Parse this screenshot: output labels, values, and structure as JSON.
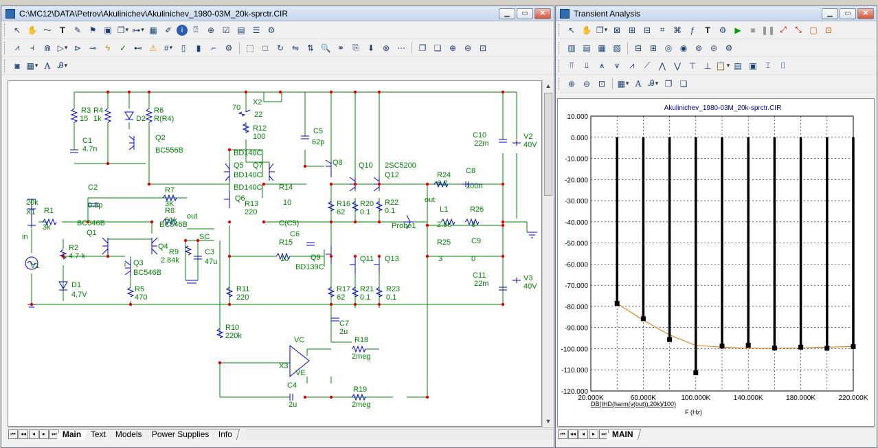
{
  "schematic_window": {
    "title": "C:\\MC12\\DATA\\Petrov\\Akulinichev\\Akulinichev_1980-03M_20k-sprctr.CIR",
    "tabs": [
      {
        "label": "Main",
        "active": true
      },
      {
        "label": "Text",
        "active": false
      },
      {
        "label": "Models",
        "active": false
      },
      {
        "label": "Power Supplies",
        "active": false
      },
      {
        "label": "Info",
        "active": false
      }
    ],
    "labels": {
      "R3": "R3",
      "R3v": "15",
      "R4": "R4",
      "R4v": "1k",
      "D2": "D2",
      "R6": "R6",
      "R6v": "R(R4)",
      "C1": "C1",
      "C1v": "4.7n",
      "Q2": "Q2",
      "Q2m": "BC556B",
      "X2": "X2",
      "X2a": "70",
      "X2b": "22",
      "R12": "R12",
      "R12v": "100",
      "C5": "C5",
      "C5v": "62p",
      "Q5": "Q5",
      "Q5m": "BD140C",
      "Q7": "Q7",
      "Q7m": "BD140C",
      "Q6": "Q6",
      "Q6m": "BD140C",
      "Q8": "Q8",
      "Q10": "Q10",
      "Q12m": "2SC5200",
      "Q12": "Q12",
      "C10": "C10",
      "C10v": "22m",
      "V2": "V2",
      "V2v": "40V",
      "R24": "R24",
      "R24v": "6.2",
      "C8": "C8",
      "C8v": "100n",
      "C2": "C2",
      "C2v": "0.8p",
      "R7": "R7",
      "R7v": "3K",
      "R8": "R8",
      "R8v": "51k",
      "outA": "out",
      "R14": "R14",
      "R14v": "10",
      "R13": "R13",
      "R13v": "220",
      "R16": "R16",
      "R16v": "62",
      "R20": "R20",
      "R20v": "0.1",
      "R22": "R22",
      "R22v": "0.1",
      "outB": "out",
      "L1": "L1",
      "L1v": "2.5u",
      "R26": "R26",
      "R26v": "8",
      "X1": "X1",
      "X1v": "20k",
      "R1": "R1",
      "R1v": "3k",
      "inp": "in",
      "Q1m": "BC546B",
      "Q1": "Q1",
      "Q4m": "BC546B",
      "Q4": "Q4",
      "R9": "R9",
      "R9v": "2.84k",
      "SC": "SC",
      "C3": "C3",
      "C3v": "47u",
      "CC5": "C(C5)",
      "C6": "C6",
      "Probe1": "Probe1",
      "R15": "R15",
      "R15v": "10",
      "Q9": "Q9",
      "Q9m": "BD139C",
      "Q11": "Q11",
      "Q13": "Q13",
      "R25": "R25",
      "R25v": "3",
      "C9": "C9",
      "C9v": "0",
      "R2": "R2",
      "R2v": "4.7 k",
      "V1": "V1",
      "Q3": "Q3",
      "Q3m": "BC546B",
      "R5": "R5",
      "R5v": "470",
      "D1": "D1",
      "D1v": "4,7V",
      "R11": "R11",
      "R11v": "220",
      "R17": "R17",
      "R17v": "62",
      "R21": "R21",
      "R21v": "0.1",
      "R23": "R23",
      "R23v": "0.1",
      "C11": "C11",
      "C11v": "22m",
      "V3": "V3",
      "V3v": "40V",
      "R10": "R10",
      "R10v": "220k",
      "C7": "C7",
      "C7v": "2u",
      "VC": "VC",
      "R18": "R18",
      "R18v": "2meg",
      "X3": "X3",
      "VE": "VE",
      "C4": "C4",
      "C4v": "2u",
      "R19": "R19",
      "R19v": "2meg"
    }
  },
  "analysis_window": {
    "title": "Transient Analysis",
    "tabs": [
      {
        "label": "MAIN",
        "active": true
      }
    ]
  },
  "icons": {
    "pointer": "arrow-pointer-icon",
    "pan": "hand-icon",
    "wire": "wire-icon",
    "text": "T",
    "info": "info-icon",
    "warning": "warning-icon",
    "zoom_in": "zoom-in-icon",
    "zoom_out": "zoom-out-icon",
    "run": "play-icon",
    "stop": "stop-icon",
    "pause": "pause-icon"
  },
  "colors": {
    "wire": "#008000",
    "component": "#0000cc",
    "node": "#e00000",
    "plot_title": "#0000a0",
    "trace_fit": "#e07000",
    "bars": "#000000"
  },
  "chart_data": {
    "type": "bar",
    "title": "Akulinichev_1980-03M_20k-sprctr.CIR",
    "xlabel": "DB(IHD(harm(v(out)),20k)/100)",
    "xunit": "F (Hz)",
    "x": [
      40000,
      60000,
      80000,
      100000,
      120000,
      140000,
      160000,
      180000,
      200000,
      220000
    ],
    "values": [
      -78.6,
      -85.8,
      -95.7,
      -111.4,
      -98.8,
      -98.4,
      -99.7,
      -99.3,
      -99.8,
      -99.0
    ],
    "xlim": [
      20000,
      220000
    ],
    "ylim": [
      -120,
      10
    ],
    "xticks": [
      20000,
      60000,
      100000,
      140000,
      180000,
      220000
    ],
    "xtick_labels": [
      "20.000K",
      "60.000K",
      "100.000K",
      "140.000K",
      "180.000K",
      "220.000K"
    ],
    "yticks": [
      10,
      0,
      -10,
      -20,
      -30,
      -40,
      -50,
      -60,
      -70,
      -80,
      -90,
      -100,
      -110,
      -120
    ],
    "ytick_labels": [
      "10.000",
      "0.000",
      "-10.000",
      "-20.000",
      "-30.000",
      "-40.000",
      "-50.000",
      "-60.000",
      "-70.000",
      "-80.000",
      "-90.000",
      "-100.000",
      "-110.000",
      "-120.000"
    ],
    "grid": true
  }
}
